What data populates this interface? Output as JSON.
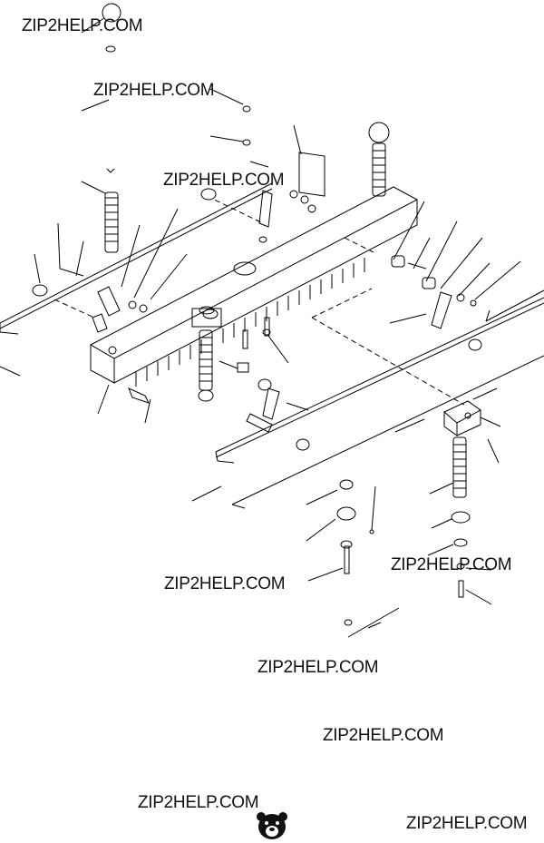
{
  "watermark": {
    "text": "ZIP2HELP.COM",
    "count": 9
  },
  "diagram": {
    "subject": "exploded parts view",
    "line_color": "#000000",
    "background_color": "#ffffff"
  },
  "logo": {
    "icon": "bear-head-logo"
  }
}
